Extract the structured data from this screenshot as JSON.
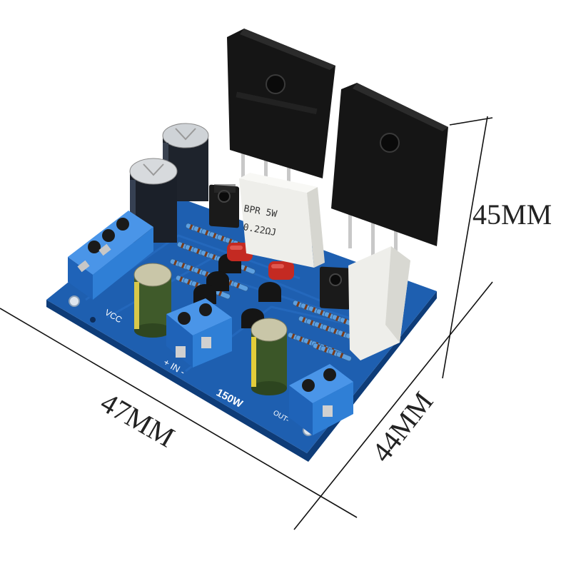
{
  "dimensions": {
    "height_label": "45MM",
    "width_label": "47MM",
    "depth_label": "44MM"
  },
  "board": {
    "power_rating": "150W",
    "supply_label": "VCC",
    "input_label": "+ IN -",
    "output_label": "OUT-",
    "emitter_resistor_text_line1": "BPR 5W",
    "emitter_resistor_text_line2": "0.22ΩJ"
  },
  "colors": {
    "background": "#ffffff",
    "pcb_blue": "#1e5fb0",
    "terminal_blue": "#2f7fd6",
    "transistor_black": "#1d1d1d",
    "resistor_white": "#eeeeea",
    "film_cap_red": "#c42a22",
    "electrolytic_green": "#3f5a2a",
    "dimension_line": "#111111"
  }
}
